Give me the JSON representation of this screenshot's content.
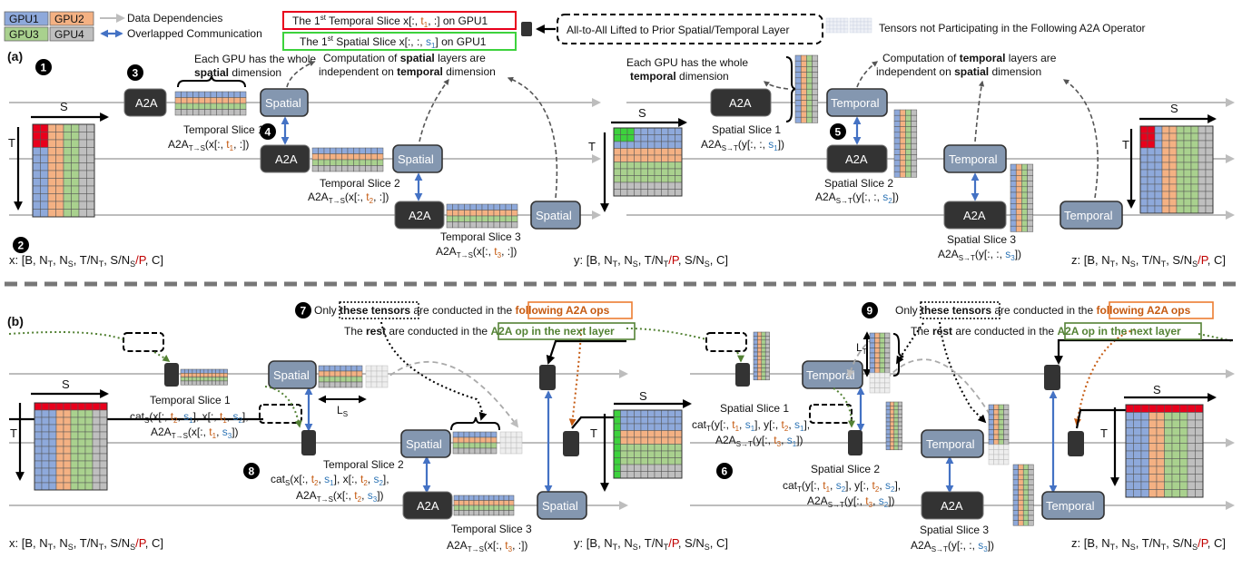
{
  "legend": {
    "gpus": [
      {
        "label": "GPU1",
        "color": "#8ea9db"
      },
      {
        "label": "GPU2",
        "color": "#f4b183"
      },
      {
        "label": "GPU3",
        "color": "#a9d18e"
      },
      {
        "label": "GPU4",
        "color": "#bfbfbf"
      }
    ],
    "data_dependencies": "Data Dependencies",
    "overlapped_communication": "Overlapped Communication",
    "temporal_slice_def_pre": "The 1",
    "st": "st",
    "temporal_slice_def_mid": " Temporal Slice x[:, ",
    "temporal_slice_def_t": "t",
    "sub1": "1",
    "temporal_slice_def_post": ", :] on GPU1",
    "spatial_slice_def_mid": " Spatial Slice x[:, :, ",
    "spatial_slice_def_s": "s",
    "spatial_slice_def_post": "] on GPU1",
    "all_to_all_lifted": "All-to-All Lifted to Prior Spatial/Temporal Layer",
    "tensors_not_participating": "Tensors not Participating in the Following A2A Operator"
  },
  "colors": {
    "gpu1": "#8ea9db",
    "gpu2": "#f4b183",
    "gpu3": "#a9d18e",
    "gpu4": "#bfbfbf",
    "red": "#e8001c",
    "green": "#3dd23d",
    "t_orange": "#c55a11",
    "s_blue": "#2e75b6",
    "P_red": "#c00000"
  },
  "part_a": {
    "label": "(a)",
    "steps": [
      "1",
      "2",
      "3",
      "4",
      "5"
    ],
    "box_a2a": "A2A",
    "box_spatial": "Spatial",
    "box_temporal": "Temporal",
    "whole_spatial_1": "Each GPU has the whole",
    "whole_spatial_2": "spatial",
    "whole_spatial_3": " dimension",
    "comp_spatial_1": "Computation of ",
    "comp_spatial_2": "spatial",
    "comp_spatial_3": " layers are",
    "comp_spatial_4": "independent on ",
    "comp_spatial_5": "temporal",
    "comp_spatial_6": " dimension",
    "whole_temporal_1": "Each GPU has the whole",
    "whole_temporal_2": "temporal",
    "whole_temporal_3": " dimension",
    "comp_temporal_1": "Computation of ",
    "comp_temporal_2": "temporal",
    "comp_temporal_3": " layers are",
    "comp_temporal_4": "independent on ",
    "comp_temporal_5": "spatial",
    "comp_temporal_6": " dimension",
    "temporal_slice_1": "Temporal Slice 1",
    "temporal_slice_2": "Temporal Slice 2",
    "temporal_slice_3": "Temporal Slice 3",
    "spatial_slice_1": "Spatial Slice 1",
    "spatial_slice_2": "Spatial Slice 2",
    "spatial_slice_3": "Spatial Slice 3",
    "a2a": "A2A",
    "ts_sub": "T→S",
    "st_sub": "S→T",
    "x_open": "(x[:, ",
    "x_close": ", :])",
    "y_open": "(y[:, :, ",
    "y_close": "])",
    "t": "t",
    "s": "s",
    "n1": "1",
    "n2": "2",
    "n3": "3",
    "S": "S",
    "T": "T",
    "shape_x": "x: [B, N",
    "shape_y": "y: [B, N",
    "shape_z": "z: [B, N",
    "sT": "T",
    "sS": "S",
    "comma_N": ", N",
    "comma_T": ", T/N",
    "comma_SN": ", S/N",
    "slash_P": "/P",
    "end_C": ", C]"
  },
  "part_b": {
    "label": "(b)",
    "steps": [
      "6",
      "7",
      "8",
      "9"
    ],
    "only_1": "Only ",
    "only_2": "these tensors",
    "only_3": " are conducted in the ",
    "only_4": "following A2A ops",
    "rest_1": "The ",
    "rest_2": "rest",
    "rest_3": " are conducted in the ",
    "rest_4": "A2A op in the next layer",
    "temporal_slice_1": "Temporal Slice 1",
    "temporal_slice_2": "Temporal Slice 2",
    "temporal_slice_3": "Temporal Slice 3",
    "spatial_slice_1": "Spatial Slice 1",
    "spatial_slice_2": "Spatial Slice 2",
    "spatial_slice_3": "Spatial Slice 3",
    "cat": "cat",
    "LS": "L",
    "LT": "L"
  }
}
